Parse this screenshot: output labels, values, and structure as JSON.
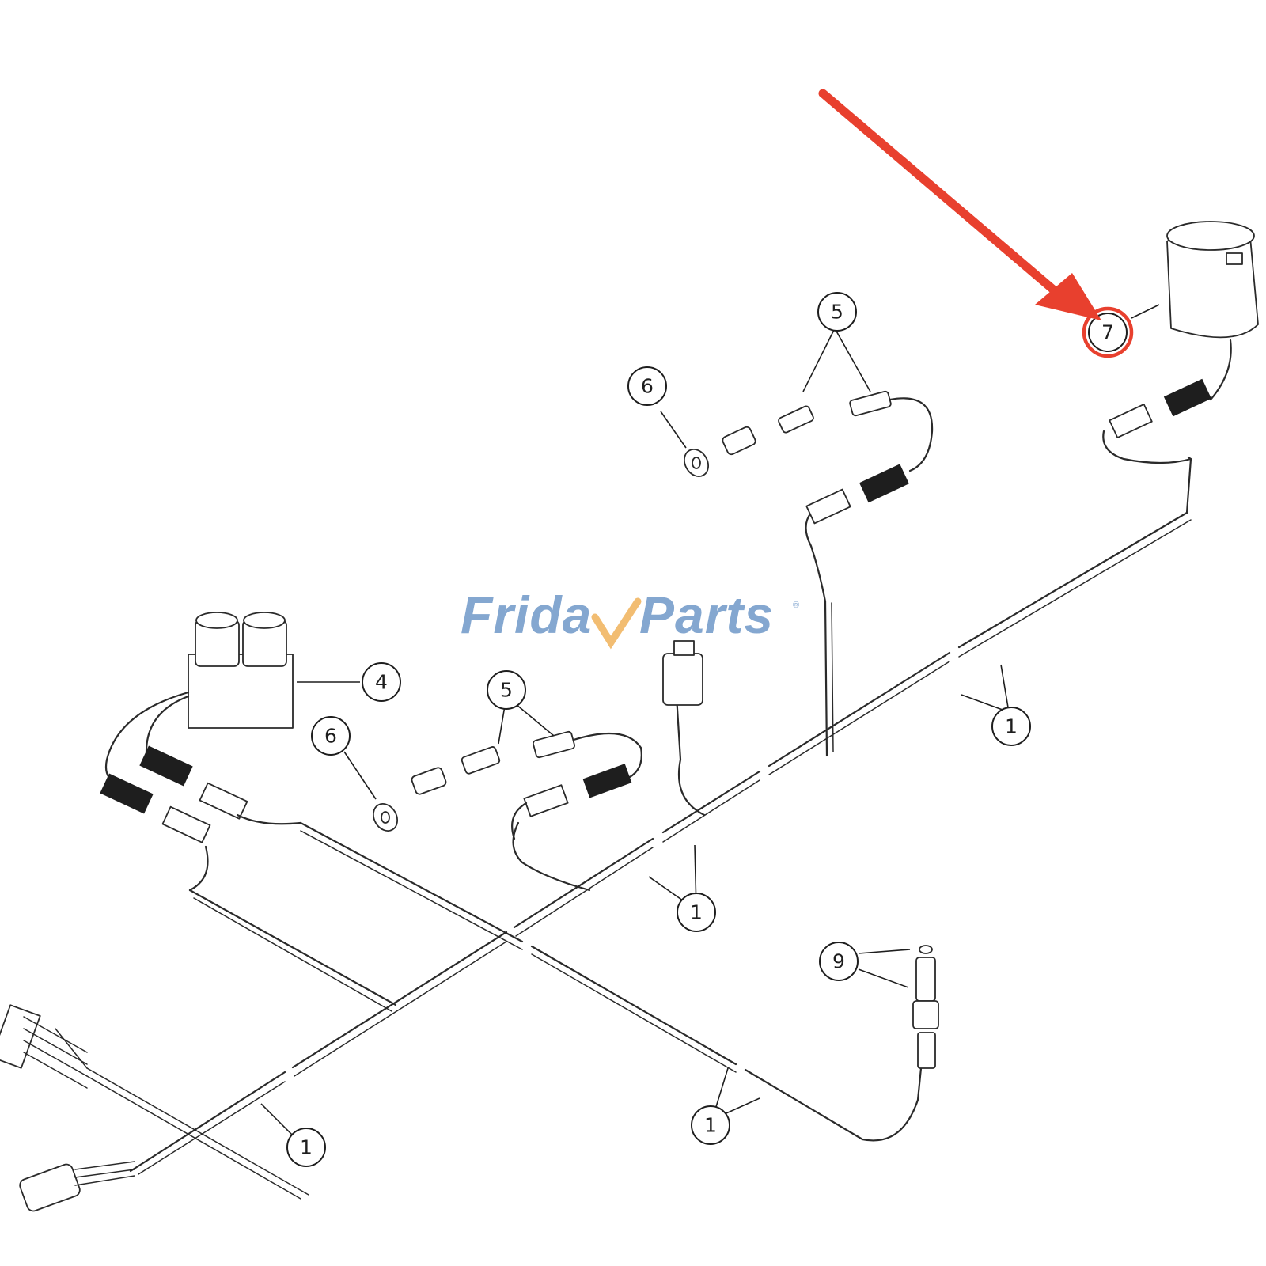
{
  "watermark": {
    "text_left": "Frida",
    "text_right": "Parts",
    "registered_mark": "®",
    "color": "#6f98c8",
    "accent_color": "#f0b25a"
  },
  "highlight": {
    "color": "#e8402e",
    "target_callout": "7"
  },
  "callouts": [
    {
      "id": "c1a",
      "label": "1"
    },
    {
      "id": "c1b",
      "label": "1"
    },
    {
      "id": "c1c",
      "label": "1"
    },
    {
      "id": "c1d",
      "label": "1"
    },
    {
      "id": "c4",
      "label": "4"
    },
    {
      "id": "c5a",
      "label": "5"
    },
    {
      "id": "c5b",
      "label": "5"
    },
    {
      "id": "c6a",
      "label": "6"
    },
    {
      "id": "c6b",
      "label": "6"
    },
    {
      "id": "c7",
      "label": "7"
    },
    {
      "id": "c9",
      "label": "9"
    }
  ]
}
